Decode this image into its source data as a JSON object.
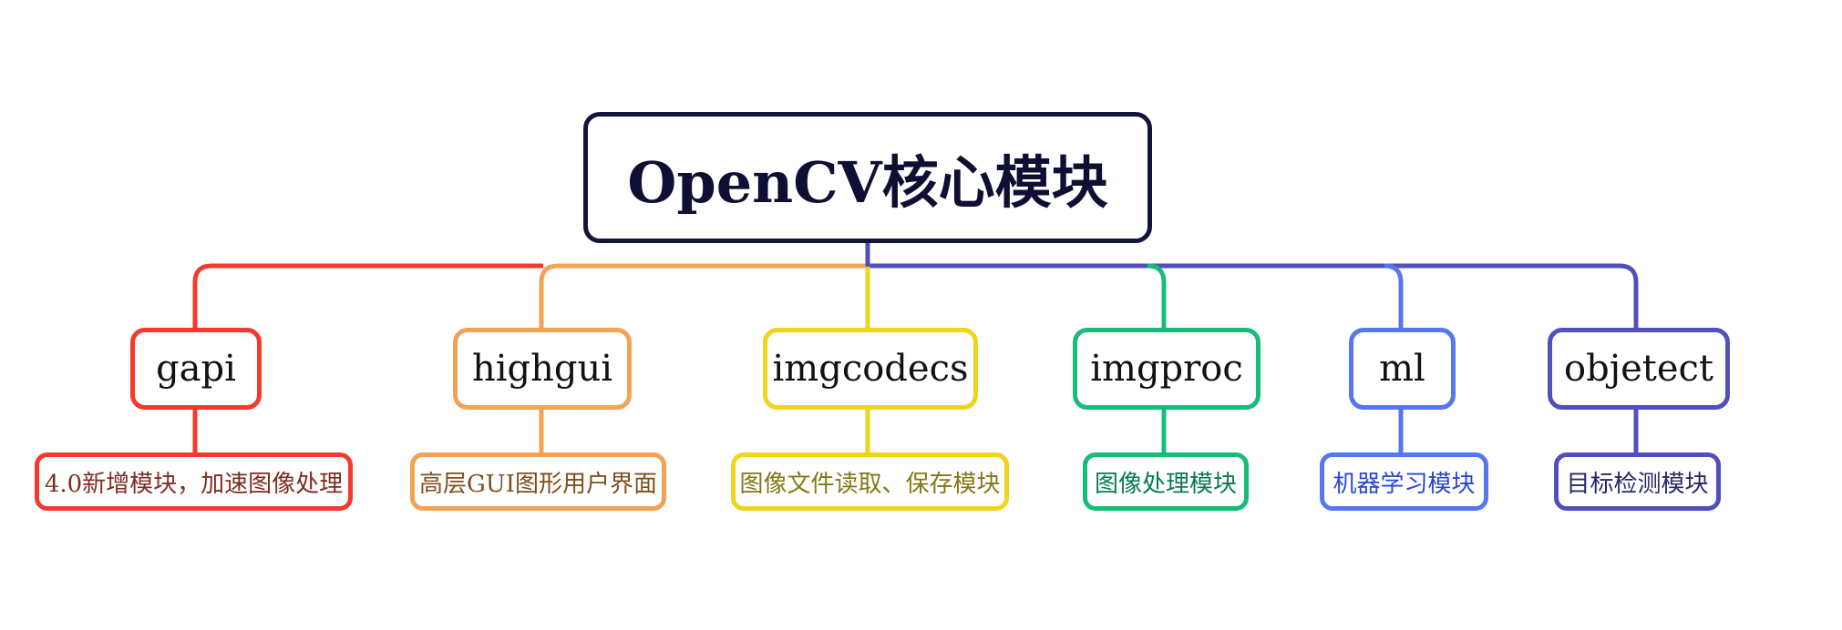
{
  "title": {
    "label": "OpenCV核心模块",
    "color": "#14143c",
    "text_color": "#0f0f33"
  },
  "nodes": [
    {
      "id": "gapi",
      "label": "gapi",
      "description": "4.0新增模块，加速图像处理",
      "color": "#f5392f",
      "text_color": "#7d2d22"
    },
    {
      "id": "highgui",
      "label": "highgui",
      "description": "高层GUI图形用户界面",
      "color": "#f3a254",
      "text_color": "#7e4f1e"
    },
    {
      "id": "imgcodecs",
      "label": "imgcodecs",
      "description": "图像文件读取、保存模块",
      "color": "#eed41d",
      "text_color": "#837716"
    },
    {
      "id": "imgproc",
      "label": "imgproc",
      "description": "图像处理模块",
      "color": "#16bd79",
      "text_color": "#0b7a50"
    },
    {
      "id": "ml",
      "label": "ml",
      "description": "机器学习模块",
      "color": "#5577f0",
      "text_color": "#2847d7"
    },
    {
      "id": "objetect",
      "label": "objetect",
      "description": "目标检测模块",
      "color": "#524fbd",
      "text_color": "#28286a"
    }
  ]
}
